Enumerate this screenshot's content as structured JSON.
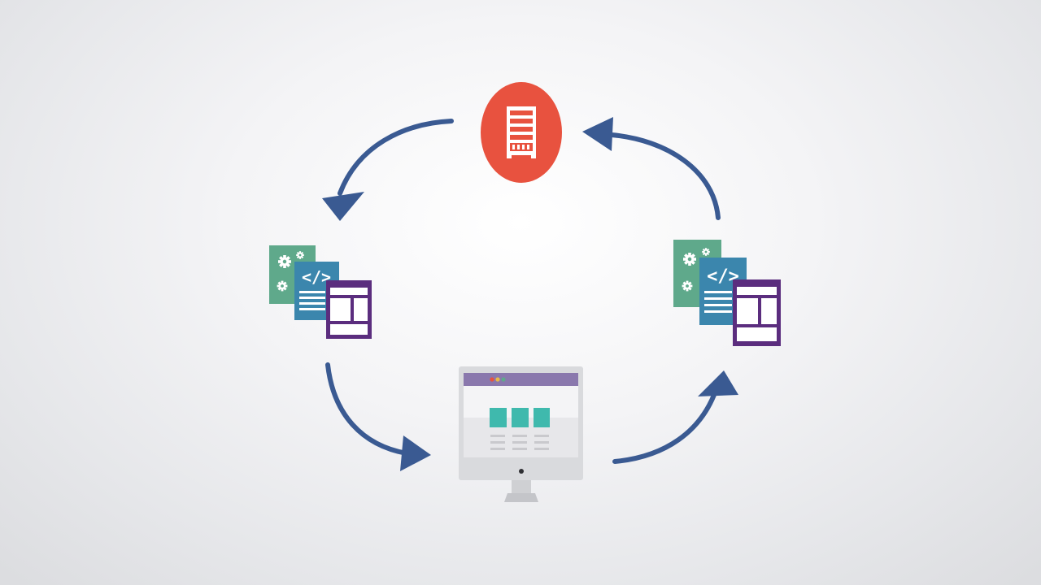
{
  "diagram": {
    "nodes": [
      {
        "id": "server",
        "icon": "server-icon",
        "color": "#e8523f"
      },
      {
        "id": "files-left",
        "icon": "web-files-icon"
      },
      {
        "id": "monitor",
        "icon": "browser-monitor-icon"
      },
      {
        "id": "files-right",
        "icon": "web-files-icon"
      }
    ],
    "edges": [
      {
        "from": "server",
        "to": "files-left"
      },
      {
        "from": "files-left",
        "to": "monitor"
      },
      {
        "from": "monitor",
        "to": "files-right"
      },
      {
        "from": "files-right",
        "to": "server"
      }
    ],
    "colors": {
      "arrow": "#3a5a92",
      "server": "#e8523f",
      "config_doc": "#5fa98b",
      "code_doc": "#3b86ad",
      "layout_doc": "#5b2d7e",
      "browser_bar": "#8a78ad",
      "tile": "#3fb9ad",
      "monitor_frame": "#d9dadd"
    }
  }
}
